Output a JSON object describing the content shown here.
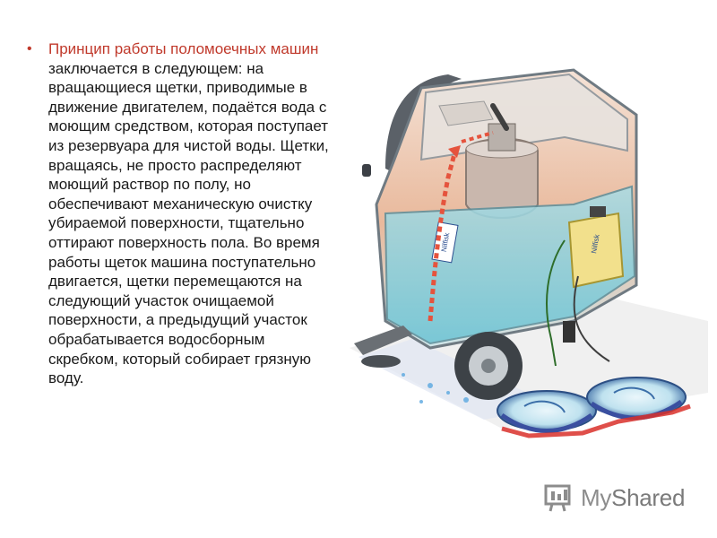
{
  "slide": {
    "highlight_text": "Принцип работы поломоечных машин",
    "body_text": " заключается в следующем: на вращающиеся щетки, приводимые в движение двигателем, подаётся вода с моющим средством, которая поступает из резервуара для чистой воды. Щетки, вращаясь, не просто распределяют моющий раствор по полу, но обеспечивают механическую очистку убираемой поверхности, тщательно оттирают поверхность пола. Во время работы щеток машина поступательно двигается, щетки перемещаются на следующий участок очищаемой поверхности, а предыдущий участок обрабатывается водосборным скребком, который собирает грязную воду."
  },
  "illustration": {
    "brand_label_side": "Nilfisk",
    "brand_label_tank": "Nilfisk"
  },
  "watermark": {
    "logo_my": "My",
    "logo_shared": "Shared"
  },
  "colors": {
    "highlight": "#c0392b",
    "body_text": "#1a1a1a",
    "watermark": "#8c8c8c"
  }
}
